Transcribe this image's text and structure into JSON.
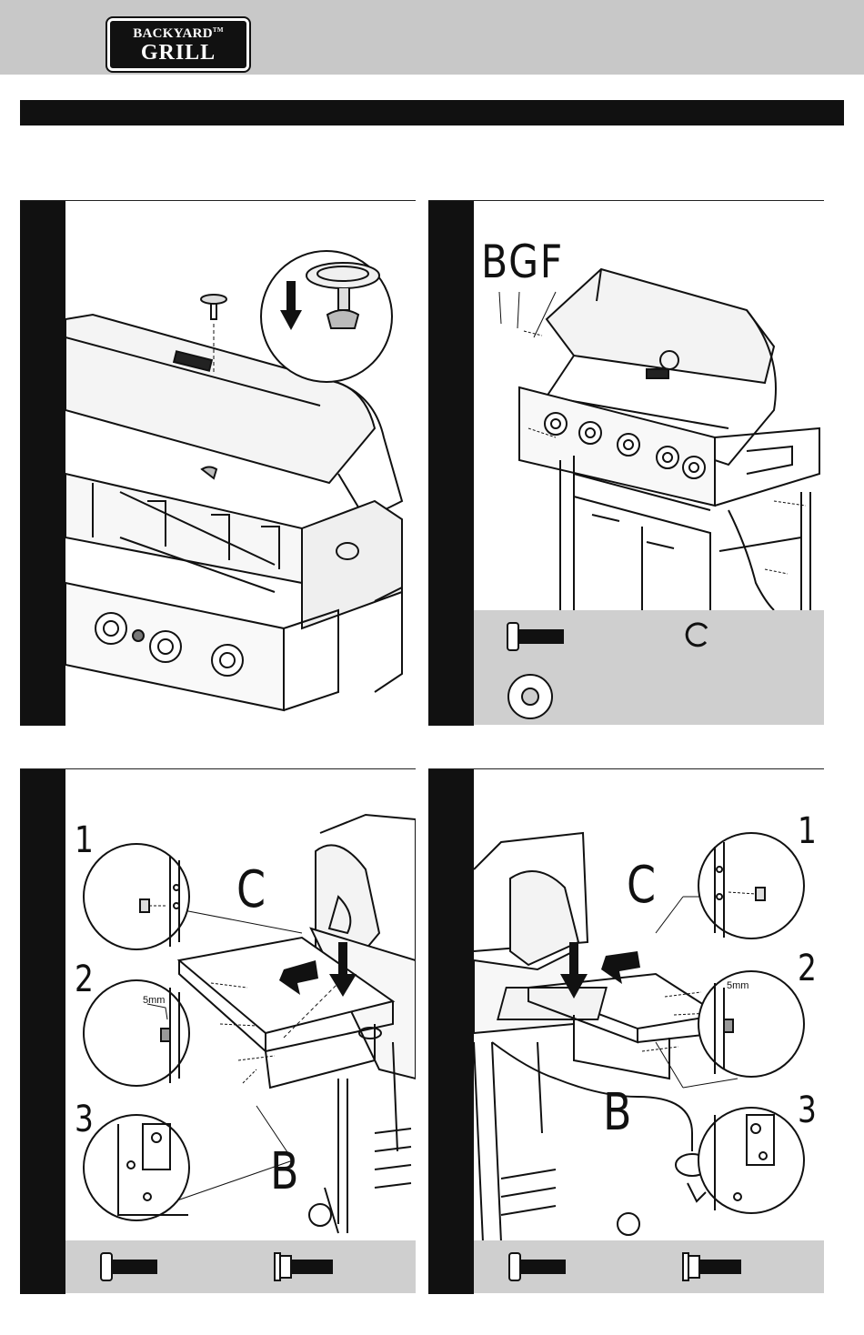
{
  "brand": {
    "line1": "BACKYARD",
    "tm": "TM",
    "line2": "GRILL"
  },
  "step2": {
    "hardware_letters": "BGF"
  },
  "step3": {
    "label_c": "C",
    "label_b": "B",
    "detail_1": "1",
    "detail_2": "2",
    "detail_3": "3",
    "gap": "5mm"
  },
  "step4": {
    "label_c": "C",
    "label_b": "B",
    "detail_1": "1",
    "detail_2": "2",
    "detail_3": "3",
    "gap": "5mm"
  },
  "icons": [
    "bolt-icon",
    "lock-washer-icon",
    "flat-washer-icon",
    "flange-bolt-icon",
    "arrow-down-icon",
    "arrow-left-icon"
  ]
}
